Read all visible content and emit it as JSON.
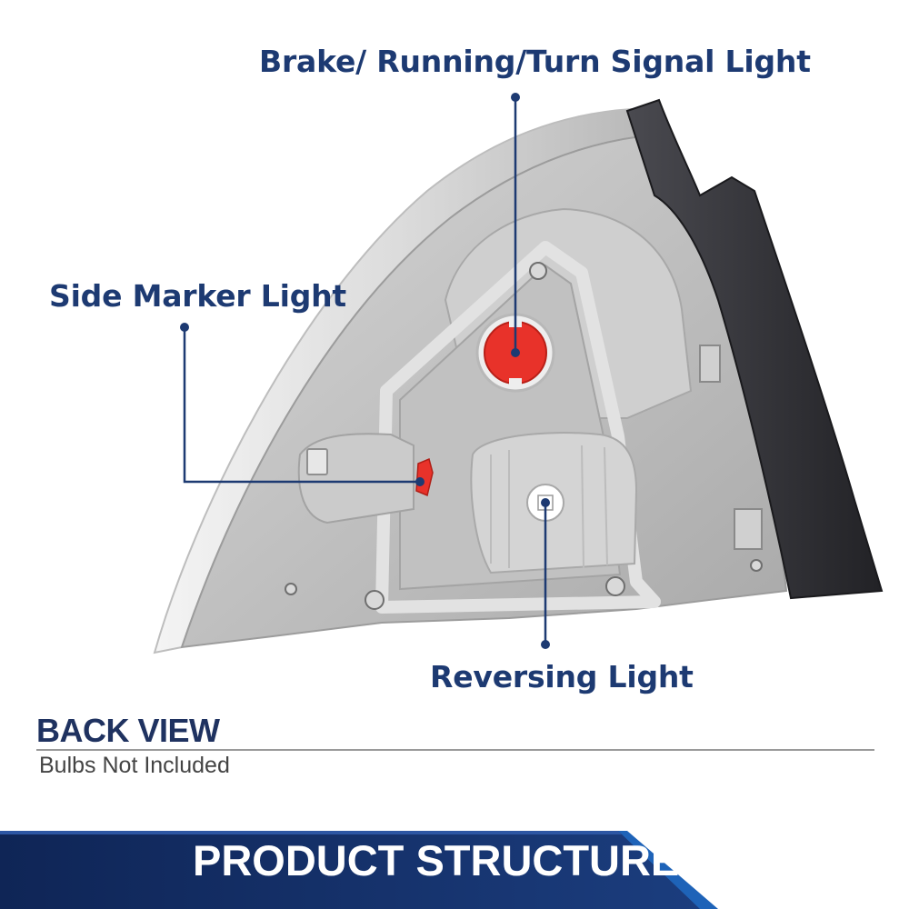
{
  "callouts": {
    "brake": "Brake/ Running/Turn Signal Light",
    "side_marker": "Side Marker Light",
    "reversing": "Reversing Light"
  },
  "view": {
    "title": "BACK VIEW",
    "note": "Bulbs Not Included"
  },
  "banner": {
    "title": "PRODUCT STRUCTURE"
  },
  "colors": {
    "label": "#1d3a72",
    "housing": "#c4c4c4",
    "bulb_socket_red": "#e8322a",
    "gasket": "#2f2f33",
    "banner_blue": "#15306a",
    "banner_accent": "#1e63b8"
  }
}
